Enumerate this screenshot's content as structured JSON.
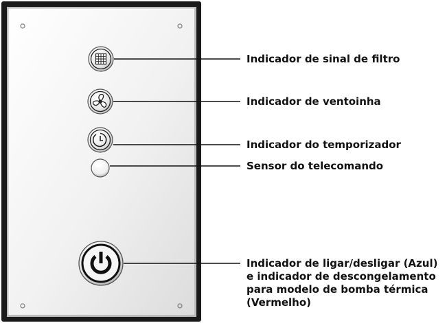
{
  "colors": {
    "panel_frame": "#1a1a1a",
    "panel_face": "#f2f2f2",
    "leader_line": "#111111",
    "label_text": "#111111"
  },
  "labels": {
    "filter": "Indicador de sinal de filtro",
    "fan": "Indicador de ventoinha",
    "timer": "Indicador do temporizador",
    "remote": "Sensor do telecomando",
    "power": "Indicador de ligar/desligar (Azul)\ne indicador de descongelamento\npara modelo de bomba térmica\n(Vermelho)"
  },
  "icons": {
    "filter": "filter-grid-icon",
    "fan": "fan-icon",
    "timer": "timer-icon",
    "remote": "remote-sensor-window",
    "power": "power-icon"
  }
}
